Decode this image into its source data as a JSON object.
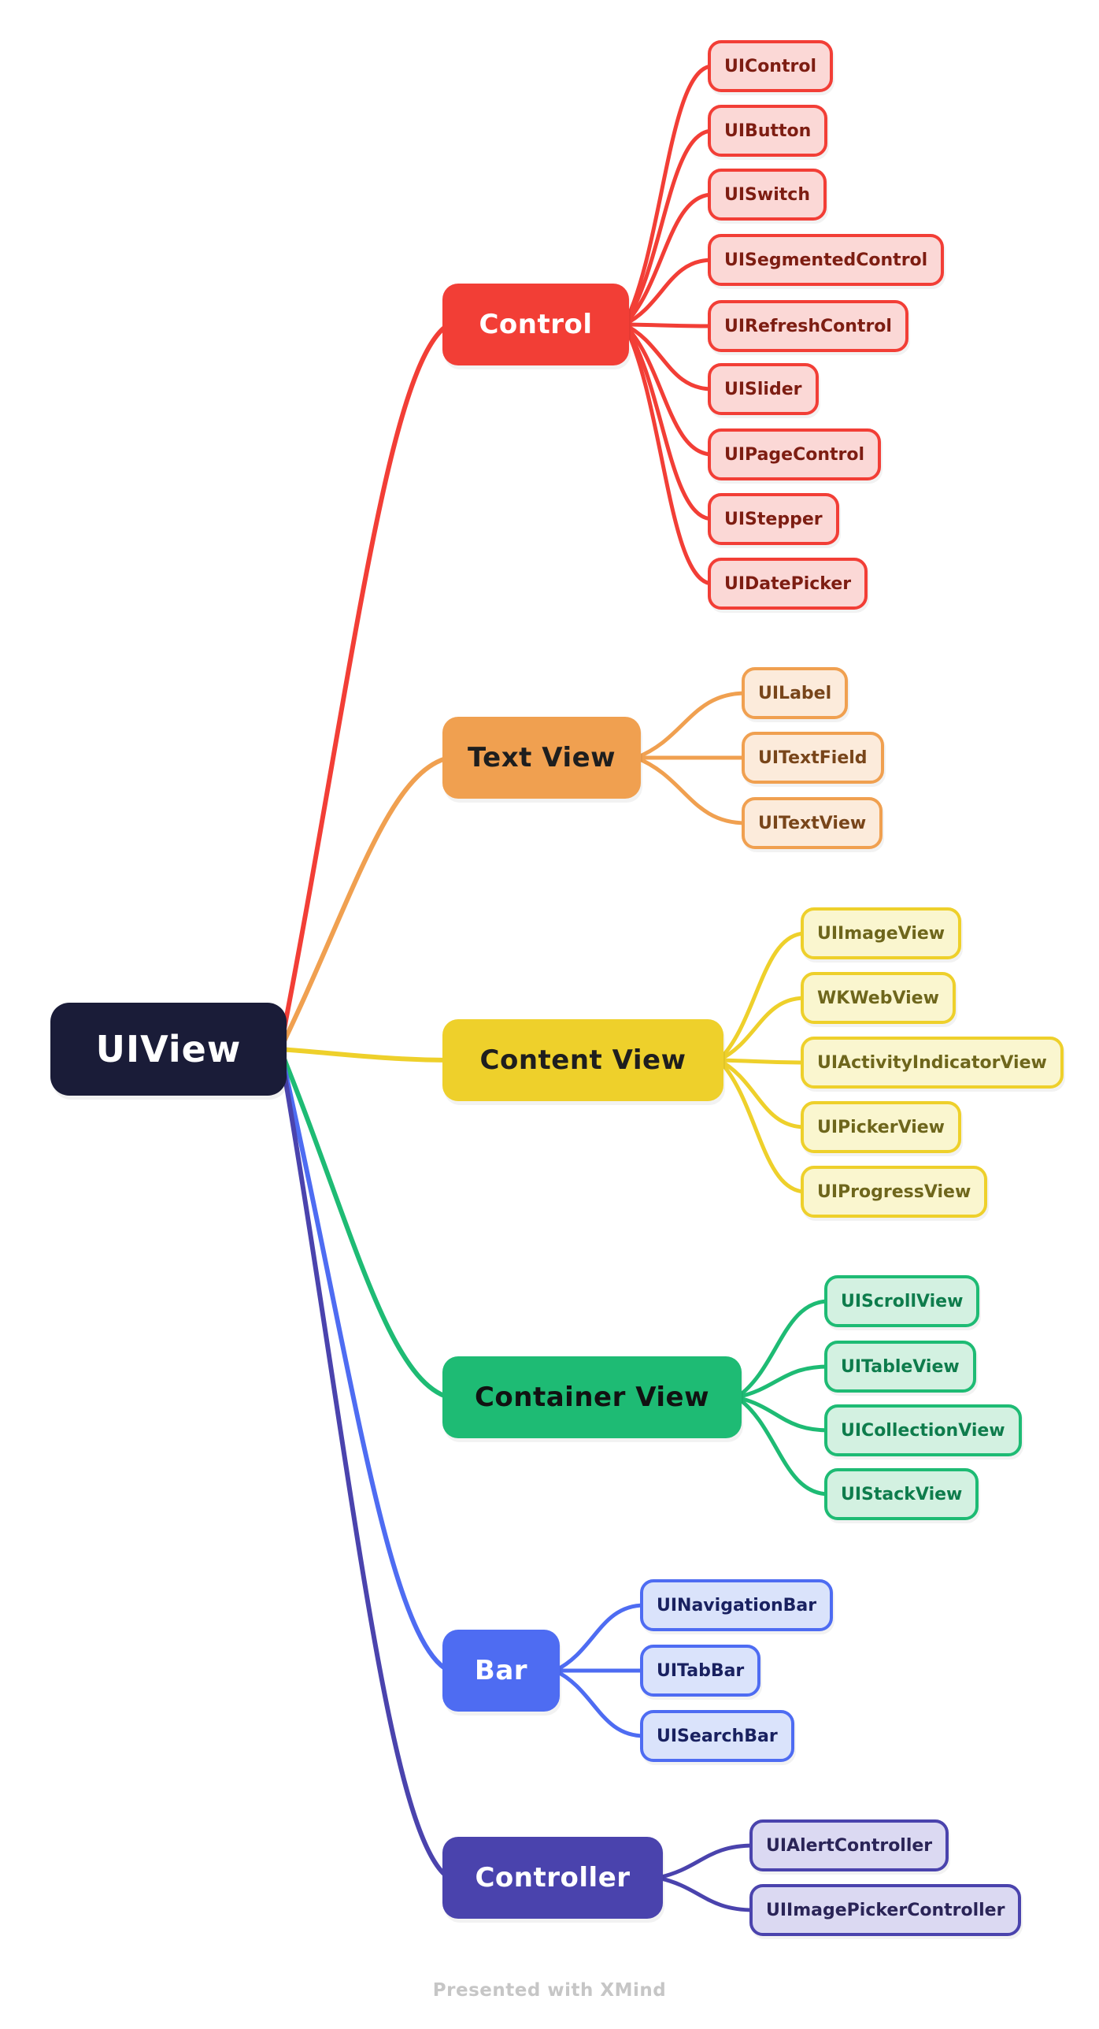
{
  "root": {
    "label": "UIView",
    "bg": "#1a1c38",
    "text_color": "#ffffff"
  },
  "branches": [
    {
      "id": "control",
      "label": "Control",
      "color": "#f23e36",
      "text_color": "#ffffff",
      "child_fill": "#fbd8d6",
      "child_text_color": "#7d1d12",
      "children": [
        "UIControl",
        "UIButton",
        "UISwitch",
        "UISegmentedControl",
        "UIRefreshControl",
        "UISlider",
        "UIPageControl",
        "UIStepper",
        "UIDatePicker"
      ]
    },
    {
      "id": "text-view",
      "label": "Text View",
      "color": "#f0a050",
      "text_color": "#1e1e1e",
      "child_fill": "#fcebdb",
      "child_text_color": "#78451a",
      "children": [
        "UILabel",
        "UITextField",
        "UITextView"
      ]
    },
    {
      "id": "content-view",
      "label": "Content View",
      "color": "#eed02b",
      "text_color": "#1e1e1e",
      "child_fill": "#faf6cf",
      "child_text_color": "#6e661c",
      "children": [
        "UIImageView",
        "WKWebView",
        "UIActivityIndicatorView",
        "UIPickerView",
        "UIProgressView"
      ]
    },
    {
      "id": "container-view",
      "label": "Container View",
      "color": "#1ebb74",
      "text_color": "#111111",
      "child_fill": "#d3f1e1",
      "child_text_color": "#0e7c4c",
      "children": [
        "UIScrollView",
        "UITableView",
        "UICollectionView",
        "UIStackView"
      ]
    },
    {
      "id": "bar",
      "label": "Bar",
      "color": "#4e6cf2",
      "text_color": "#ffffff",
      "child_fill": "#dae3fb",
      "child_text_color": "#192160",
      "children": [
        "UINavigationBar",
        "UITabBar",
        "UISearchBar"
      ]
    },
    {
      "id": "controller",
      "label": "Controller",
      "color": "#4a43ad",
      "text_color": "#ffffff",
      "child_fill": "#dbd9f2",
      "child_text_color": "#2a2457",
      "children": [
        "UIAlertController",
        "UIImagePickerController"
      ]
    }
  ],
  "footer": {
    "label": "Presented with XMind",
    "color": "#c6c6c6"
  },
  "canvas": {
    "background": "#ffffff"
  }
}
